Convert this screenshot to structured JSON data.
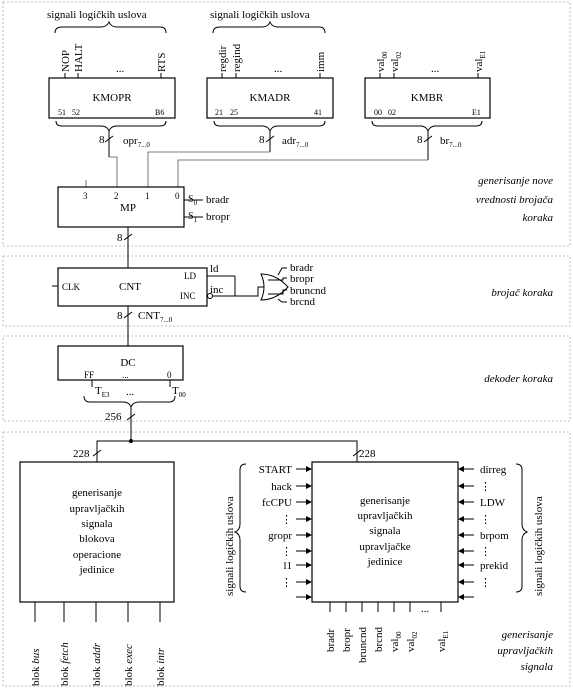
{
  "kmopr": {
    "brace_label": "signali logičkih uslova",
    "input1": "NOP",
    "input2": "HALT",
    "dots": "...",
    "input3": "RTS",
    "name": "KMOPR",
    "addr1": "51",
    "addr2": "52",
    "addr3": "B6",
    "bus_width": "8",
    "bus_name": "opr",
    "bus_sub": "7...0"
  },
  "kmadr": {
    "brace_label": "signali logičkih uslova",
    "input1": "regdir",
    "input2": "regind",
    "dots": "...",
    "input3": "imm",
    "name": "KMADR",
    "addr1": "21",
    "addr2": "25",
    "addr3": "41",
    "bus_width": "8",
    "bus_name": "adr",
    "bus_sub": "7...0"
  },
  "kmbr": {
    "input1": "val",
    "input1_sub": "00",
    "input2": "val",
    "input2_sub": "02",
    "dots": "...",
    "input3": "val",
    "input3_sub": "E1",
    "name": "KMBR",
    "addr1": "00",
    "addr2": "02",
    "addr3": "E1",
    "bus_width": "8",
    "bus_name": "br",
    "bus_sub": "7...0"
  },
  "mp": {
    "name": "MP",
    "in3": "3",
    "in2": "2",
    "in1": "1",
    "in0": "0",
    "s0_label": "S",
    "s0_sub": "0",
    "s1_label": "S",
    "s1_sub": "1",
    "s0_signal": "bradr",
    "s1_signal": "bropr",
    "out_width": "8"
  },
  "section1_label": [
    "generisanje nove",
    "vrednosti brojača",
    "koraka"
  ],
  "cnt": {
    "name": "CNT",
    "clk": "CLK",
    "ld": "LD",
    "inc": "INC",
    "ld_signal": "ld",
    "inc_signal": "inc",
    "or_inputs": [
      "bradr",
      "bropr",
      "bruncnd",
      "brcnd"
    ],
    "out_width": "8",
    "out_name": "CNT",
    "out_sub": "7...0"
  },
  "section2_label": "brojač koraka",
  "dc": {
    "name": "DC",
    "ff": "FF",
    "dots": "...",
    "zero": "0",
    "t_hi": "T",
    "t_hi_sub": "E3",
    "t_lo": "T",
    "t_lo_sub": "00",
    "bus_width": "256"
  },
  "section3_label": "dekoder koraka",
  "ops_block": {
    "bus_width": "228",
    "text": [
      "generisanje",
      "upravljačkih",
      "signala",
      "blokova",
      "operacione",
      "jedinice"
    ],
    "outputs": [
      {
        "prefix": "blok ",
        "name": "bus"
      },
      {
        "prefix": "blok ",
        "name": "fetch"
      },
      {
        "prefix": "blok ",
        "name": "addr"
      },
      {
        "prefix": "blok ",
        "name": "exec"
      },
      {
        "prefix": "blok ",
        "name": "intr"
      }
    ]
  },
  "ctrl_block": {
    "bus_width": "228",
    "text": [
      "generisanje",
      "upravljačkih",
      "signala",
      "upravljačke",
      "jedinice"
    ],
    "left_inputs": [
      "START",
      "hack",
      "fcCPU",
      "⋮",
      "gropr",
      "⋮",
      "l1",
      "⋮"
    ],
    "right_inputs": [
      "dirreg",
      "⋮",
      "LDW",
      "⋮",
      "brpom",
      "⋮",
      "prekid",
      "⋮"
    ],
    "left_brace_label": "signali logičkih uslova",
    "right_brace_label": "signali logičkih uslova",
    "outputs": [
      {
        "text": "bradr",
        "sub": ""
      },
      {
        "text": "bropr",
        "sub": ""
      },
      {
        "text": "bruncnd",
        "sub": ""
      },
      {
        "text": "brcnd",
        "sub": ""
      },
      {
        "text": "val",
        "sub": "00"
      },
      {
        "text": "val",
        "sub": "02"
      },
      {
        "text": "val",
        "sub": "E1"
      }
    ],
    "dots": "..."
  },
  "section4_label": [
    "generisanje",
    "upravljačkih",
    "signala"
  ]
}
